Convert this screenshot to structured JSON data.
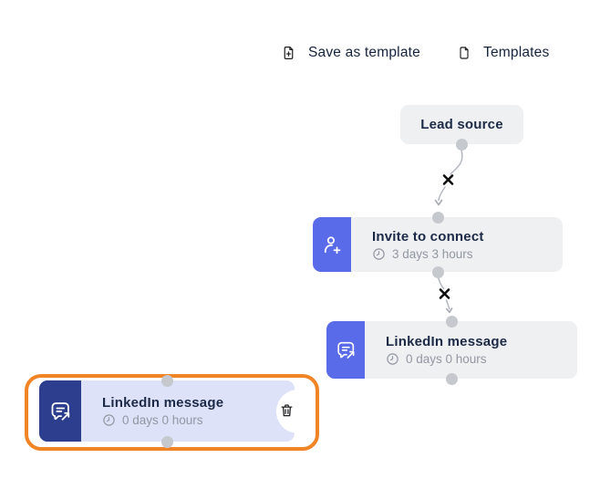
{
  "toolbar": {
    "save_as_template_label": "Save as template",
    "templates_label": "Templates"
  },
  "flow": {
    "lead_source": {
      "title": "Lead source"
    },
    "steps": [
      {
        "title": "Invite to connect",
        "delay": "3 days 3 hours",
        "icon": "person-plus-icon",
        "icon_color": "#5a6bea",
        "selected": false
      },
      {
        "title": "LinkedIn message",
        "delay": "0 days 0 hours",
        "icon": "chat-forward-icon",
        "icon_color": "#5a6bea",
        "selected": false
      },
      {
        "title": "LinkedIn message",
        "delay": "0 days 0 hours",
        "icon": "chat-forward-icon",
        "icon_color": "#2e3e8e",
        "selected": true
      }
    ]
  },
  "colors": {
    "accent_indigo": "#5a6bea",
    "accent_navy": "#2e3e8e",
    "card_bg": "#eef0f2",
    "selected_card_bg": "#dde2f8",
    "selection_outline": "#f18425",
    "title_text": "#1d2a47",
    "muted_text": "#9297a2",
    "connector": "#b3b7bf",
    "dot": "#c5c8cd"
  }
}
